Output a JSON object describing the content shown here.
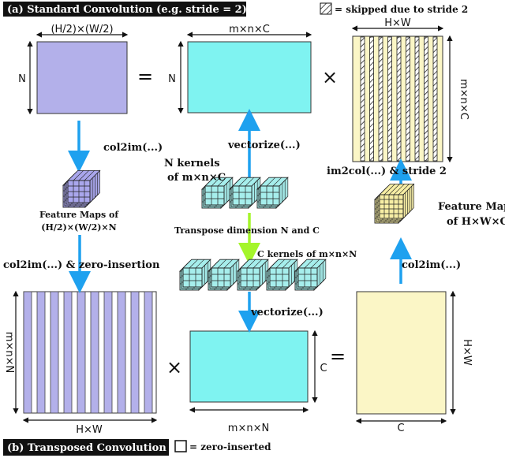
{
  "sections": {
    "standard": "(a) Standard Convolution (e.g. stride = 2)",
    "transposed": "(b) Transposed Convolution"
  },
  "legend": {
    "skipped": "= skipped due to stride 2",
    "zero_inserted": "= zero-inserted"
  },
  "symbols": {
    "equals": "=",
    "times": "×"
  },
  "matrices": {
    "output_a": {
      "top": "(H/2)×(W/2)",
      "left": "N"
    },
    "kernel_a": {
      "top": "m×n×C",
      "left": "N"
    },
    "im2col_a": {
      "top": "H×W",
      "right": "m×n×C"
    },
    "input_b": {
      "left": "m×n×N",
      "bottom": "H×W"
    },
    "kernel_b": {
      "right": "C",
      "bottom": "m×n×N"
    },
    "output_b": {
      "right": "H×W",
      "bottom": "C"
    }
  },
  "labels": {
    "col2im_a": "col2im(...)",
    "vectorize_a": "vectorize(...)",
    "n_kernels_1": "N kernels",
    "n_kernels_2": "of m×n×C",
    "feature_maps_a_1": "Feature Maps of",
    "feature_maps_a_2": "(H/2)×(W/2)×N",
    "transpose": "Transpose dimension N and C",
    "c_kernels": "C kernels of m×n×N",
    "im2col_stride": "im2col(...) & stride 2",
    "feature_maps_b_1": "Feature Maps",
    "feature_maps_b_2": "of H×W×C",
    "col2im_zero": "col2im(...) & zero-insertion",
    "vectorize_b": "vectorize(...)",
    "col2im_b": "col2im(...)"
  },
  "colors": {
    "purple_fill": "#b3b0ea",
    "cyan_fill": "#7ff3f1",
    "yellow_fill": "#fbf6c6",
    "arrow_blue": "#1ea1ef",
    "arrow_green": "#a4f52a",
    "cube_cyan": "#a6eeec",
    "cube_purple": "#a9a6ec",
    "cube_yellow": "#f7eea5"
  }
}
